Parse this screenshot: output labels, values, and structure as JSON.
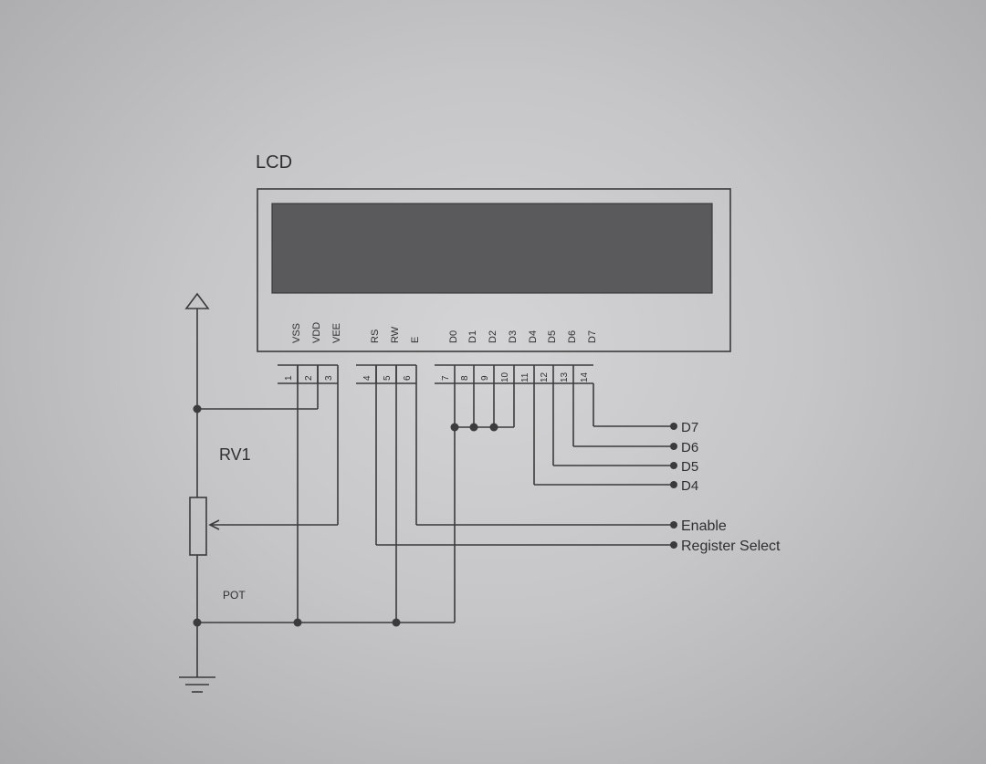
{
  "diagram": {
    "lcd_title": "LCD",
    "pot_ref": "RV1",
    "pot_type": "POT",
    "lcd_pins": [
      {
        "name": "VSS",
        "num": "1"
      },
      {
        "name": "VDD",
        "num": "2"
      },
      {
        "name": "VEE",
        "num": "3"
      },
      {
        "name": "RS",
        "num": "4"
      },
      {
        "name": "RW",
        "num": "5"
      },
      {
        "name": "E",
        "num": "6"
      },
      {
        "name": "D0",
        "num": "7"
      },
      {
        "name": "D1",
        "num": "8"
      },
      {
        "name": "D2",
        "num": "9"
      },
      {
        "name": "D3",
        "num": "10"
      },
      {
        "name": "D4",
        "num": "11"
      },
      {
        "name": "D5",
        "num": "12"
      },
      {
        "name": "D6",
        "num": "13"
      },
      {
        "name": "D7",
        "num": "14"
      }
    ],
    "outputs": {
      "d7": "D7",
      "d6": "D6",
      "d5": "D5",
      "d4": "D4",
      "enable": "Enable",
      "register_select": "Register Select"
    },
    "colors": {
      "ink": "#3b3b3d",
      "screen": "#5a5a5c",
      "paper": "#c9c9cb"
    }
  }
}
